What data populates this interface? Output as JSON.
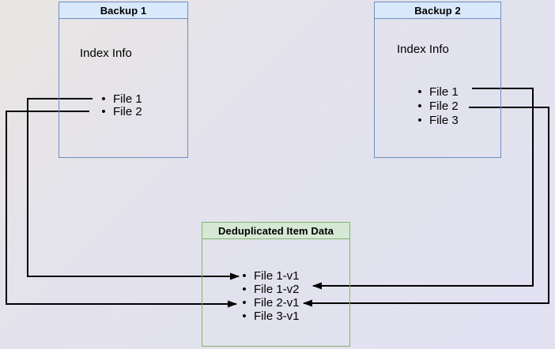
{
  "diagram": {
    "backup1": {
      "title": "Backup 1",
      "subtitle": "Index Info",
      "items": [
        "File 1",
        "File 2"
      ]
    },
    "backup2": {
      "title": "Backup 2",
      "subtitle": "Index Info",
      "items": [
        "File 1",
        "File 2",
        "File 3"
      ]
    },
    "dedup": {
      "title": "Deduplicated Item Data",
      "items": [
        "File 1-v1",
        "File 1-v2",
        "File 2-v1",
        "File 3-v1"
      ]
    },
    "connections": [
      {
        "id": "b1f1-ddf1v1",
        "from": "Backup 1 / File 1",
        "to": "File 1-v1",
        "side": "left"
      },
      {
        "id": "b1f2-ddf2v1",
        "from": "Backup 1 / File 2",
        "to": "File 2-v1",
        "side": "left"
      },
      {
        "id": "b2f1-ddf1v2",
        "from": "Backup 2 / File 1",
        "to": "File 1-v2",
        "side": "right"
      },
      {
        "id": "b2f2-ddf2v1",
        "from": "Backup 2 / File 2",
        "to": "File 2-v1",
        "side": "right"
      }
    ],
    "colors": {
      "blue_header": "#dae8fc",
      "blue_border": "#6c8ebf",
      "green_header": "#d5e8d4",
      "green_border": "#82b366",
      "connector": "#000000"
    }
  }
}
